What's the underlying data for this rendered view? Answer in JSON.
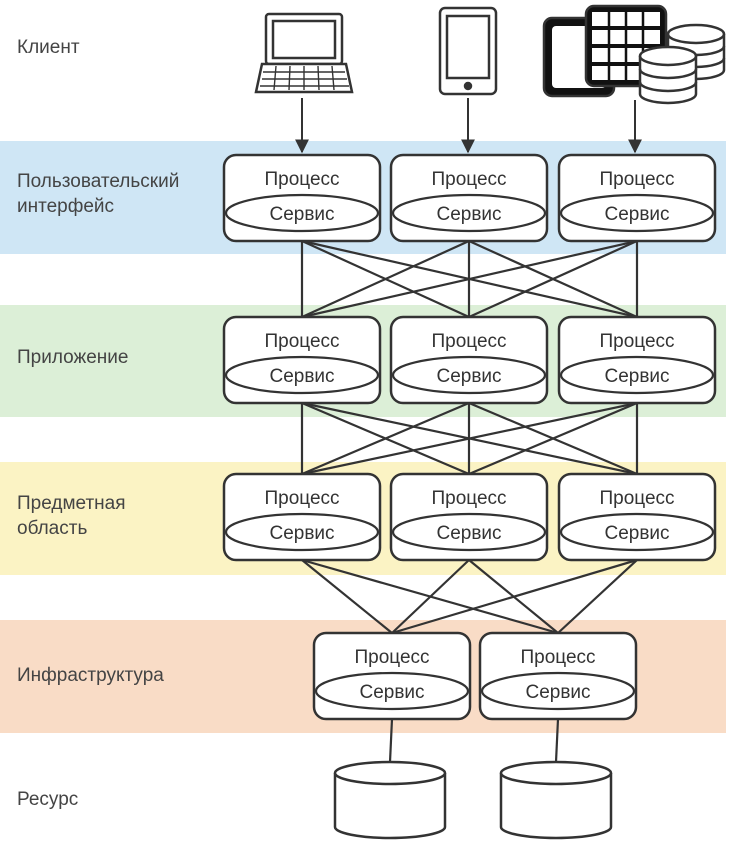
{
  "lanes": {
    "client": "Клиент",
    "ui": "Пользовательский\nинтерфейс",
    "app": "Приложение",
    "domain": "Предметная\nобласть",
    "infra": "Инфраструктура",
    "resource": "Ресурс"
  },
  "node": {
    "process": "Процесс",
    "service": "Сервис"
  },
  "clients": [
    "laptop-icon",
    "tablet-icon",
    "server-database-icon"
  ],
  "colors": {
    "ui_band": "#cfe6f5",
    "app_band": "#dcefd7",
    "domain_band": "#fbf3c4",
    "infra_band": "#f9dcc6",
    "stroke": "#333333"
  }
}
